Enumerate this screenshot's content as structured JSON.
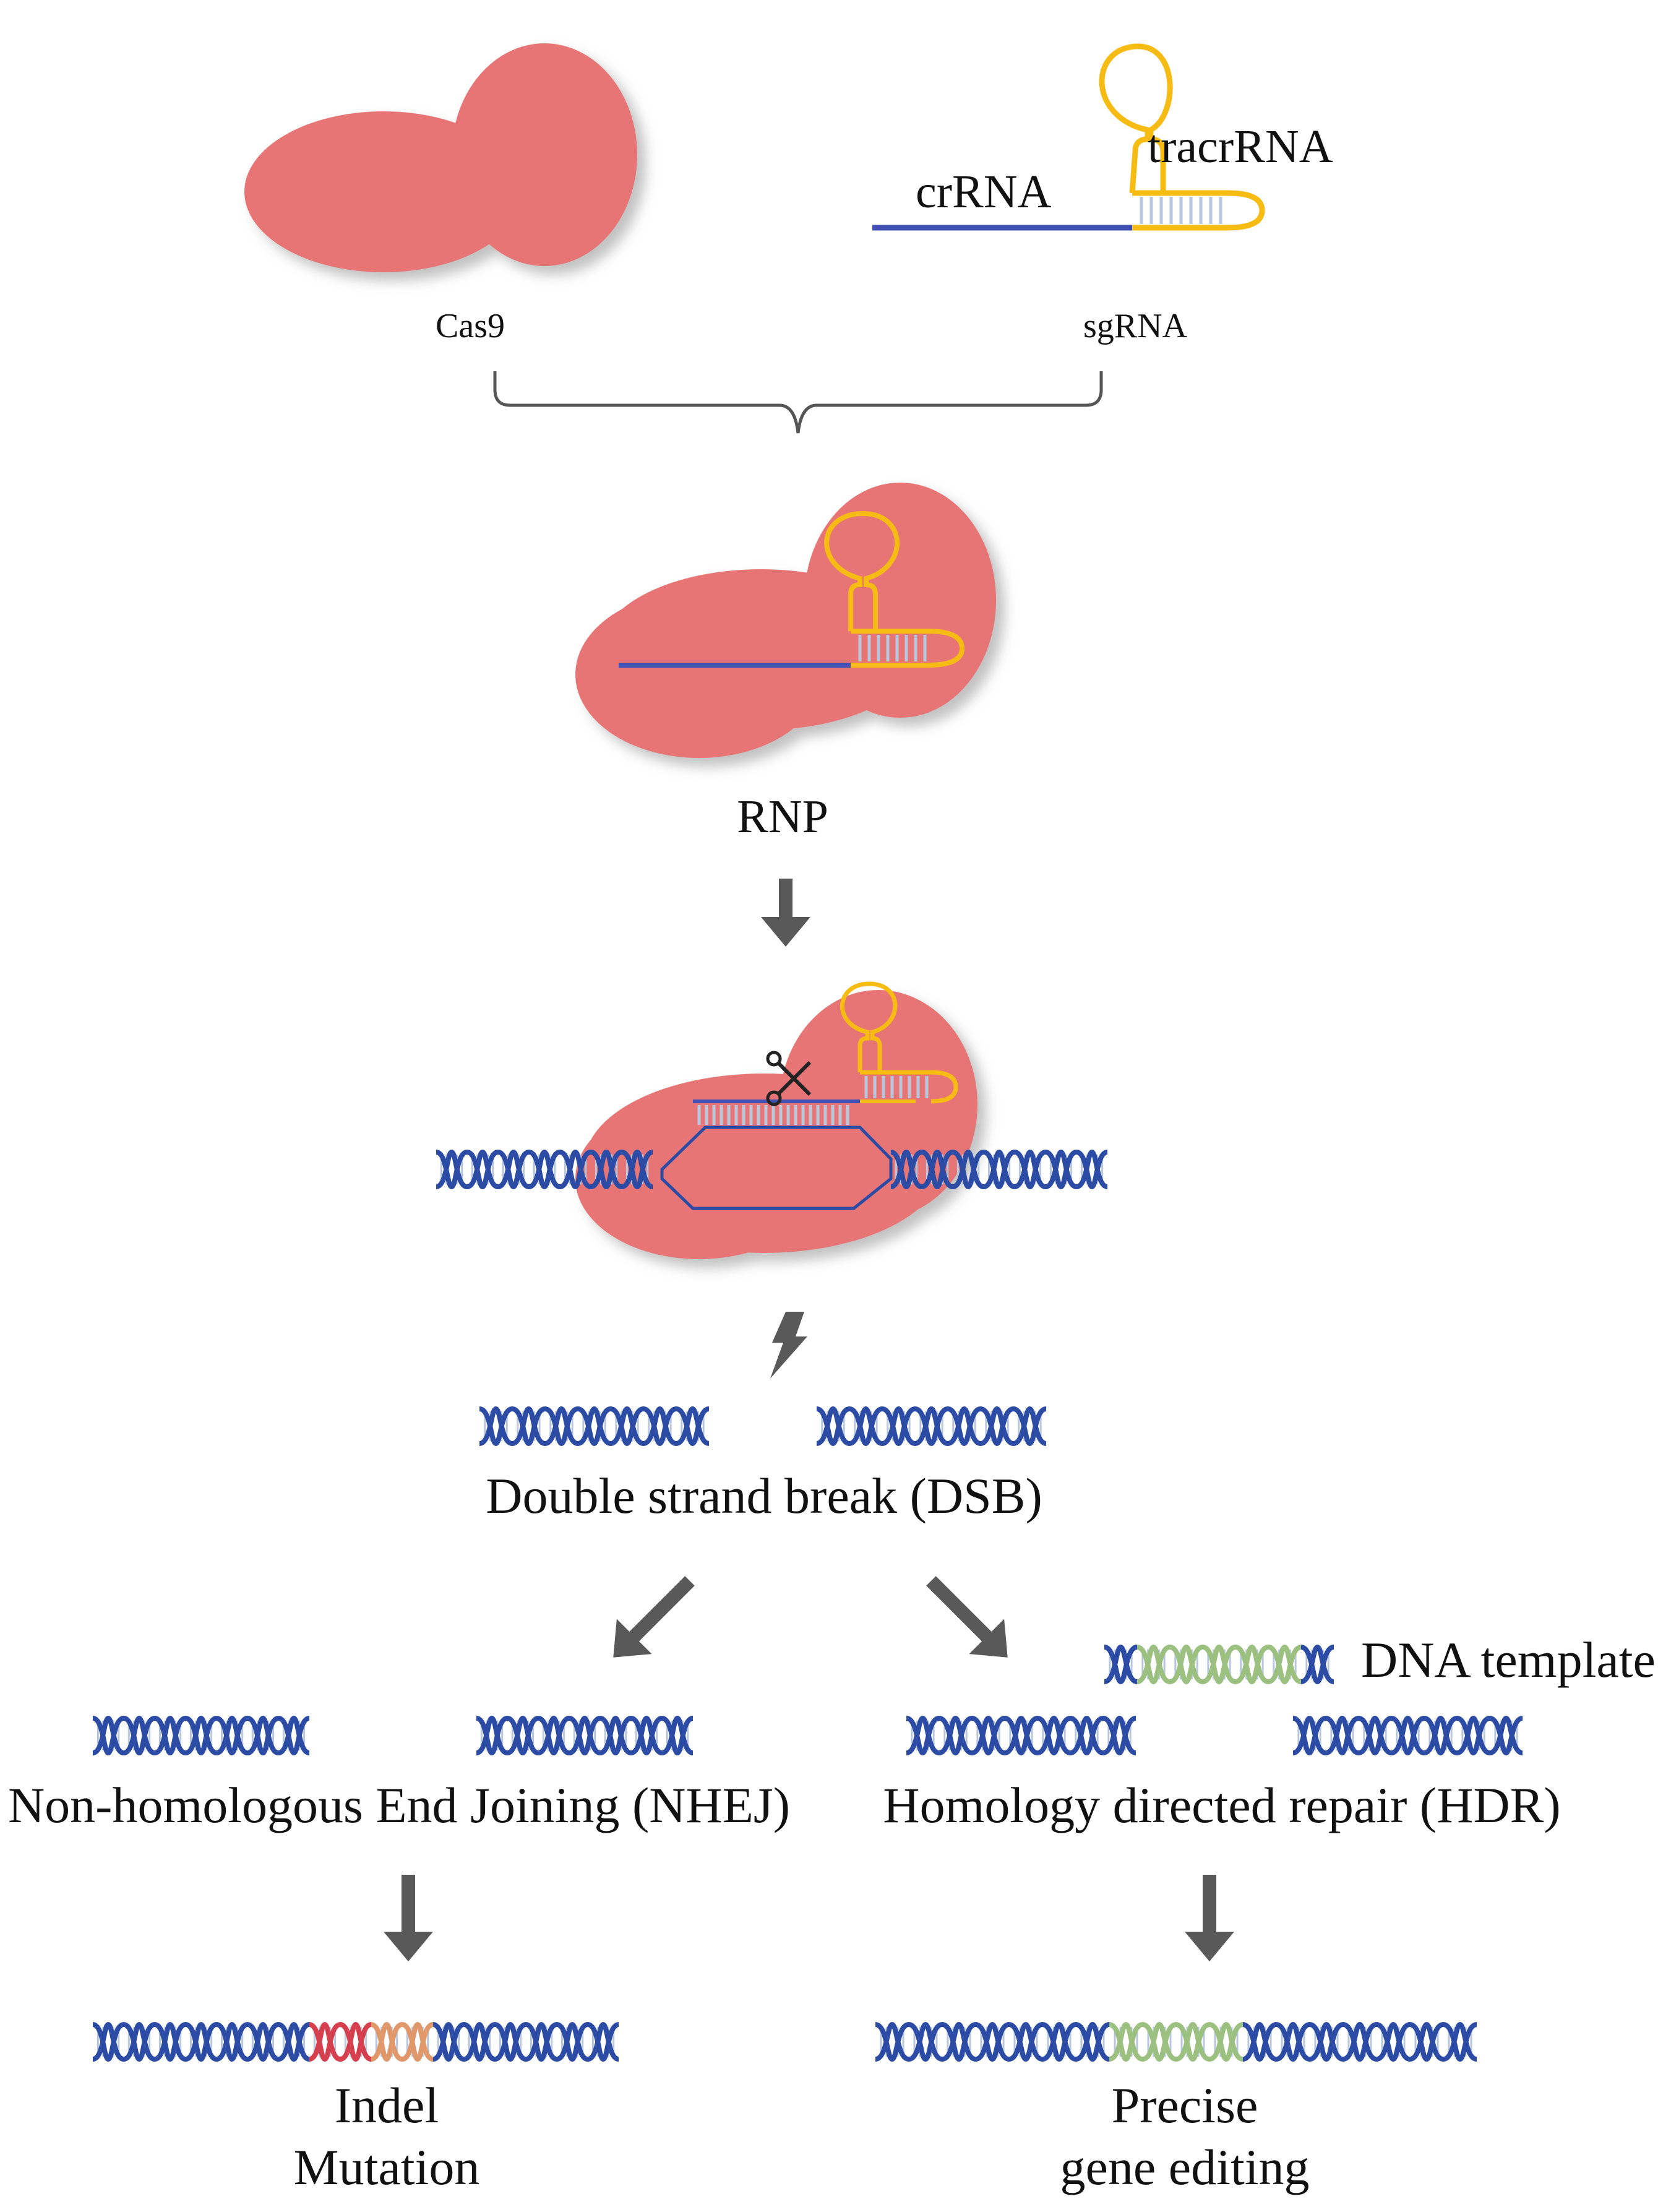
{
  "labels": {
    "cas9": "Cas9",
    "sgrna": "sgRNA",
    "crrna": "crRNA",
    "tracrrna": "tracrRNA",
    "rnp": "RNP",
    "dsb": "Double strand break (DSB)",
    "dna_template": "DNA template",
    "nhej": "Non-homologous End Joining (NHEJ)",
    "hdr": "Homology directed repair (HDR)",
    "indel_line1": "Indel",
    "indel_line2": "Mutation",
    "precise_line1": "Precise",
    "precise_line2": "gene editing"
  },
  "colors": {
    "protein": "#E87575",
    "protein_shadow": "#CDCDCD",
    "crrna": "#3F51B5",
    "tracrrna": "#F6BC14",
    "dna_strand": "#2B4BA5",
    "base_pair": "#B8C7DC",
    "template": "#9BC07F",
    "insertion_red": "#D6404E",
    "insertion_orange": "#E0976A",
    "arrow": "#595959",
    "bracket": "#555555"
  },
  "icons": {
    "scissors": "scissors-icon",
    "lightning": "lightning-bolt-icon",
    "arrow": "arrow-down-icon"
  }
}
